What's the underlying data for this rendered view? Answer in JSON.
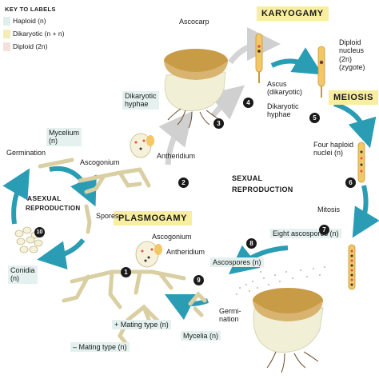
{
  "key": {
    "title": "KEY TO LABELS",
    "items": [
      {
        "label": "Haploid (n)",
        "color": "#dff0ec"
      },
      {
        "label": "Dikaryotic (n + n)",
        "color": "#f5ecb8"
      },
      {
        "label": "Diploid (2n)",
        "color": "#f3e2dc"
      }
    ]
  },
  "banners": {
    "karyogamy": "KARYOGAMY",
    "meiosis": "MEIOSIS",
    "plasmogamy": "PLASMOGAMY"
  },
  "cycles": {
    "sexual_line1": "SEXUAL",
    "sexual_line2": "REPRODUCTION",
    "asexual_line1": "ASEXUAL",
    "asexual_line2": "REPRODUCTION"
  },
  "labels": {
    "ascocarp": "Ascocarp",
    "dikaryotic_hyphae_top_1": "Dikaryotic",
    "dikaryotic_hyphae_top_2": "hyphae",
    "ascus_1": "Ascus",
    "ascus_2": "(dikaryotic)",
    "dikaryotic_hyphae_right_1": "Dikaryotic",
    "dikaryotic_hyphae_right_2": "hyphae",
    "diploid_nucleus_1": "Diploid",
    "diploid_nucleus_2": "nucleus",
    "diploid_nucleus_3": "(2n)",
    "diploid_nucleus_4": "(zygote)",
    "four_haploid_1": "Four haploid",
    "four_haploid_2": "nuclei (n)",
    "mitosis": "Mitosis",
    "eight_ascospores": "Eight ascospores (n)",
    "ascospores": "Ascospores (n)",
    "germination_right_1": "Germi-",
    "germination_right_2": "nation",
    "mycelia": "Mycelia (n)",
    "plus_mating": "+ Mating type (n)",
    "minus_mating": "– Mating type (n)",
    "ascogonium_bottom": "Ascogonium",
    "antheridium_bottom": "Antheridium",
    "ascogonium_top": "Ascogonium",
    "antheridium_top": "Antheridium",
    "mycelium_1": "Mycelium",
    "mycelium_2": "(n)",
    "germination_left": "Germination",
    "spores": "Spores",
    "conidia_1": "Conidia",
    "conidia_2": "(n)"
  },
  "steps": [
    "1",
    "2",
    "3",
    "4",
    "5",
    "6",
    "7",
    "8",
    "9",
    "10"
  ]
}
